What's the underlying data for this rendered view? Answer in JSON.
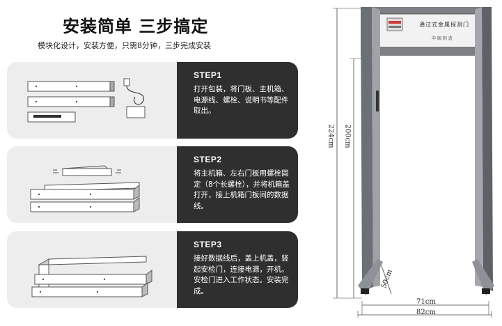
{
  "header": {
    "title": "安装简单 三步搞定",
    "subtitle": "模块化设计，安装方便，只需8分钟，三步完成安装"
  },
  "steps": [
    {
      "heading": "STEP1",
      "body": "打开包装，将门板、主机箱、电源线、螺栓、说明书等配件取出。"
    },
    {
      "heading": "STEP2",
      "body": "将主机箱、左右门板用螺栓固定（8个长螺栓），并将机箱盖打开，接上机箱门板间的数据线。"
    },
    {
      "heading": "STEP3",
      "body": "接好数据线后，盖上机盖，竖起安检门，连接电源，开机。安检门进入工作状态。安装完成。"
    }
  ],
  "product": {
    "panel_label": "通过式金属探测门",
    "panel_sublabel": "中 国 制 造",
    "dimensions": {
      "total_height": "224cm",
      "passage_height": "200cm",
      "base_depth": "50cm",
      "inner_width": "71cm",
      "outer_width": "82cm"
    }
  }
}
